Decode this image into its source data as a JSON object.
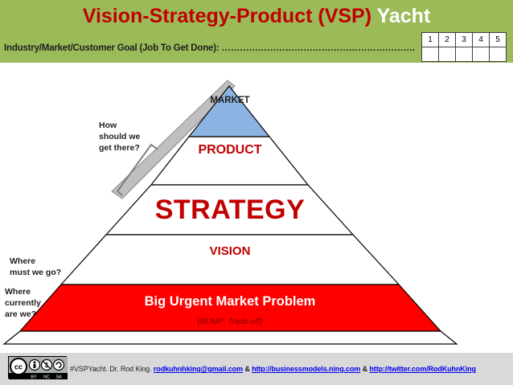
{
  "header": {
    "title_main": "Vision-Strategy-Product (VSP)",
    "title_suffix": "Yacht",
    "goal_label": "Industry/Market/Customer Goal (Job To Get Done): ……………………………………………………….",
    "rating_options": [
      "1",
      "2",
      "3",
      "4",
      "5"
    ]
  },
  "pyramid": {
    "market": "MARKET",
    "product": "PRODUCT",
    "strategy": "STRATEGY",
    "vision": "VISION",
    "problem": "Big Urgent Market Problem",
    "bump": "(BUMP: Trade-off)"
  },
  "notes": {
    "how": "How\nshould we\nget there?",
    "where_must": "Where\nmust we go?",
    "where_currently": "Where\ncurrently\nare we?"
  },
  "footer": {
    "license_icon": "cc-by-nc-sa-badge",
    "prefix": "#VSPYacht. Dr. Rod King. ",
    "email": "rodkuhnhking@gmail.com",
    "sep1": " & ",
    "site": "http://businessmodels.ning.com",
    "sep2": " & ",
    "twitter": "http://twitter.com/RodKuhnKing"
  },
  "colors": {
    "header_bg": "#9bbb59",
    "accent_red": "#c00000",
    "problem_fill": "#ff0000",
    "market_tip": "#8db3e2"
  }
}
